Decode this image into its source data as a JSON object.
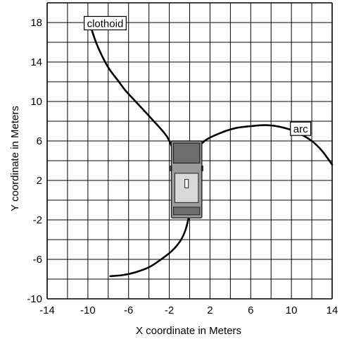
{
  "chart_data": {
    "type": "line",
    "title": "",
    "xlabel": "X coordinate in Meters",
    "ylabel": "Y coordinate in Meters",
    "xlim": [
      -14,
      14
    ],
    "ylim": [
      -10,
      20
    ],
    "x_ticks": [
      "-14",
      "-10",
      "-6",
      "-2",
      "2",
      "6",
      "10",
      "14"
    ],
    "y_ticks": [
      "-10",
      "-6",
      "-2",
      "2",
      "6",
      "10",
      "14",
      "18"
    ],
    "grid": true,
    "grid_step": 2,
    "series": [
      {
        "name": "clothoid",
        "points": [
          [
            -9.7,
            17.5
          ],
          [
            -9.2,
            16.0
          ],
          [
            -8.6,
            14.6
          ],
          [
            -7.9,
            13.3
          ],
          [
            -7.1,
            12.2
          ],
          [
            -6.3,
            11.1
          ],
          [
            -5.4,
            10.1
          ],
          [
            -4.5,
            9.1
          ],
          [
            -3.7,
            8.2
          ],
          [
            -2.9,
            7.3
          ],
          [
            -2.2,
            6.4
          ],
          [
            -1.7,
            5.3
          ]
        ]
      },
      {
        "name": "arc",
        "points": [
          [
            0.8,
            5.3
          ],
          [
            1.6,
            6.1
          ],
          [
            3.0,
            6.8
          ],
          [
            4.5,
            7.3
          ],
          [
            6.0,
            7.5
          ],
          [
            7.5,
            7.6
          ],
          [
            9.0,
            7.4
          ],
          [
            10.5,
            6.9
          ],
          [
            12.0,
            6.0
          ],
          [
            13.0,
            5.0
          ],
          [
            14.0,
            3.6
          ]
        ]
      },
      {
        "name": "",
        "points": [
          [
            -0.1,
            -1.8
          ],
          [
            -0.4,
            -3.0
          ],
          [
            -0.9,
            -4.1
          ],
          [
            -1.7,
            -5.1
          ],
          [
            -2.8,
            -6.0
          ],
          [
            -4.0,
            -6.8
          ],
          [
            -5.3,
            -7.3
          ],
          [
            -6.6,
            -7.6
          ],
          [
            -7.8,
            -7.7
          ]
        ]
      }
    ],
    "labels": [
      {
        "text": "clothoid",
        "x": -8.3,
        "y": 17.9
      },
      {
        "text": "arc",
        "x": 10.9,
        "y": 7.2
      }
    ],
    "vehicle": {
      "x_range": [
        -1.8,
        1.2
      ],
      "y_range": [
        -1.8,
        6.0
      ]
    }
  }
}
